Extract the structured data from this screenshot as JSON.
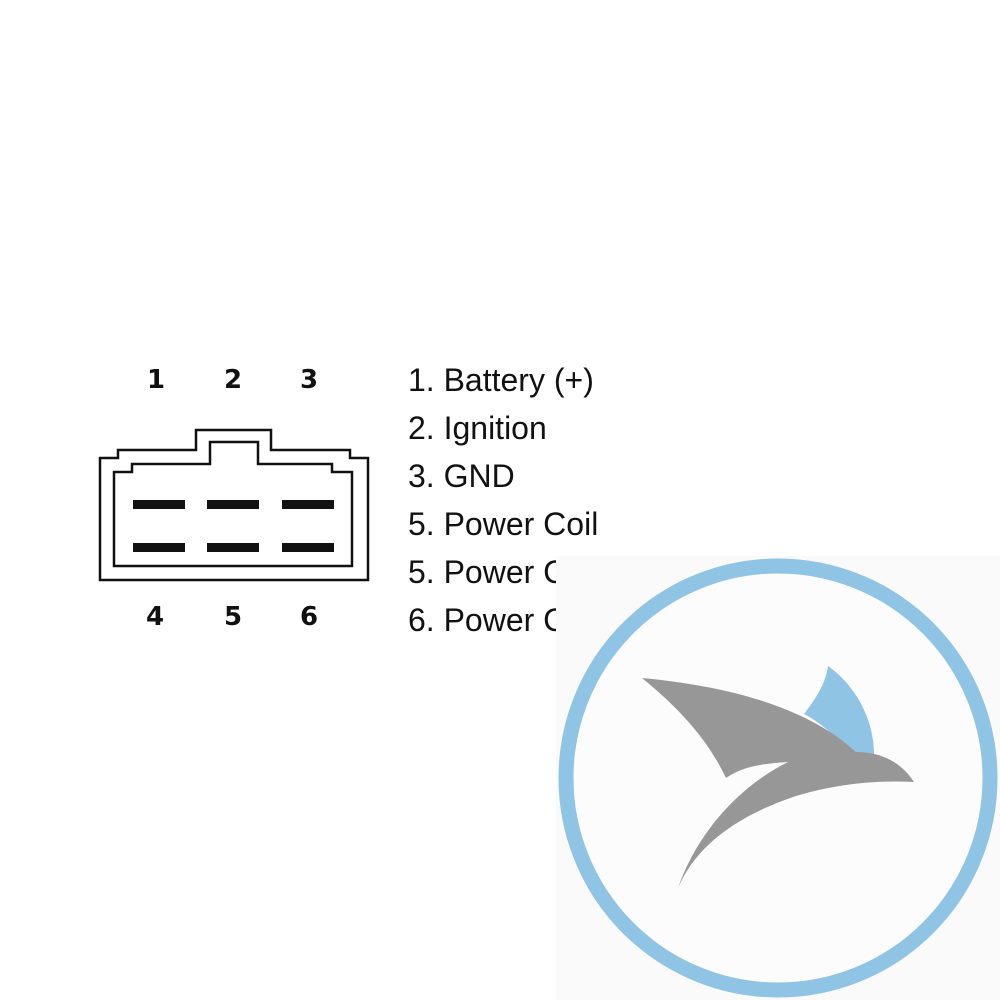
{
  "pins": {
    "top": [
      "1",
      "2",
      "3"
    ],
    "bottom": [
      "4",
      "5",
      "6"
    ]
  },
  "legend": [
    "1. Battery (+)",
    "2. Ignition",
    "3. GND",
    "5. Power Coil",
    "5. Power Coil",
    "6. Power Coil"
  ],
  "logo": {
    "icon": "bird-logo-icon",
    "ring_color": "#90c4e4",
    "bird_color": "#979797",
    "wing_color": "#90c4e4"
  },
  "colors": {
    "line": "#111111",
    "background": "#ffffff"
  }
}
